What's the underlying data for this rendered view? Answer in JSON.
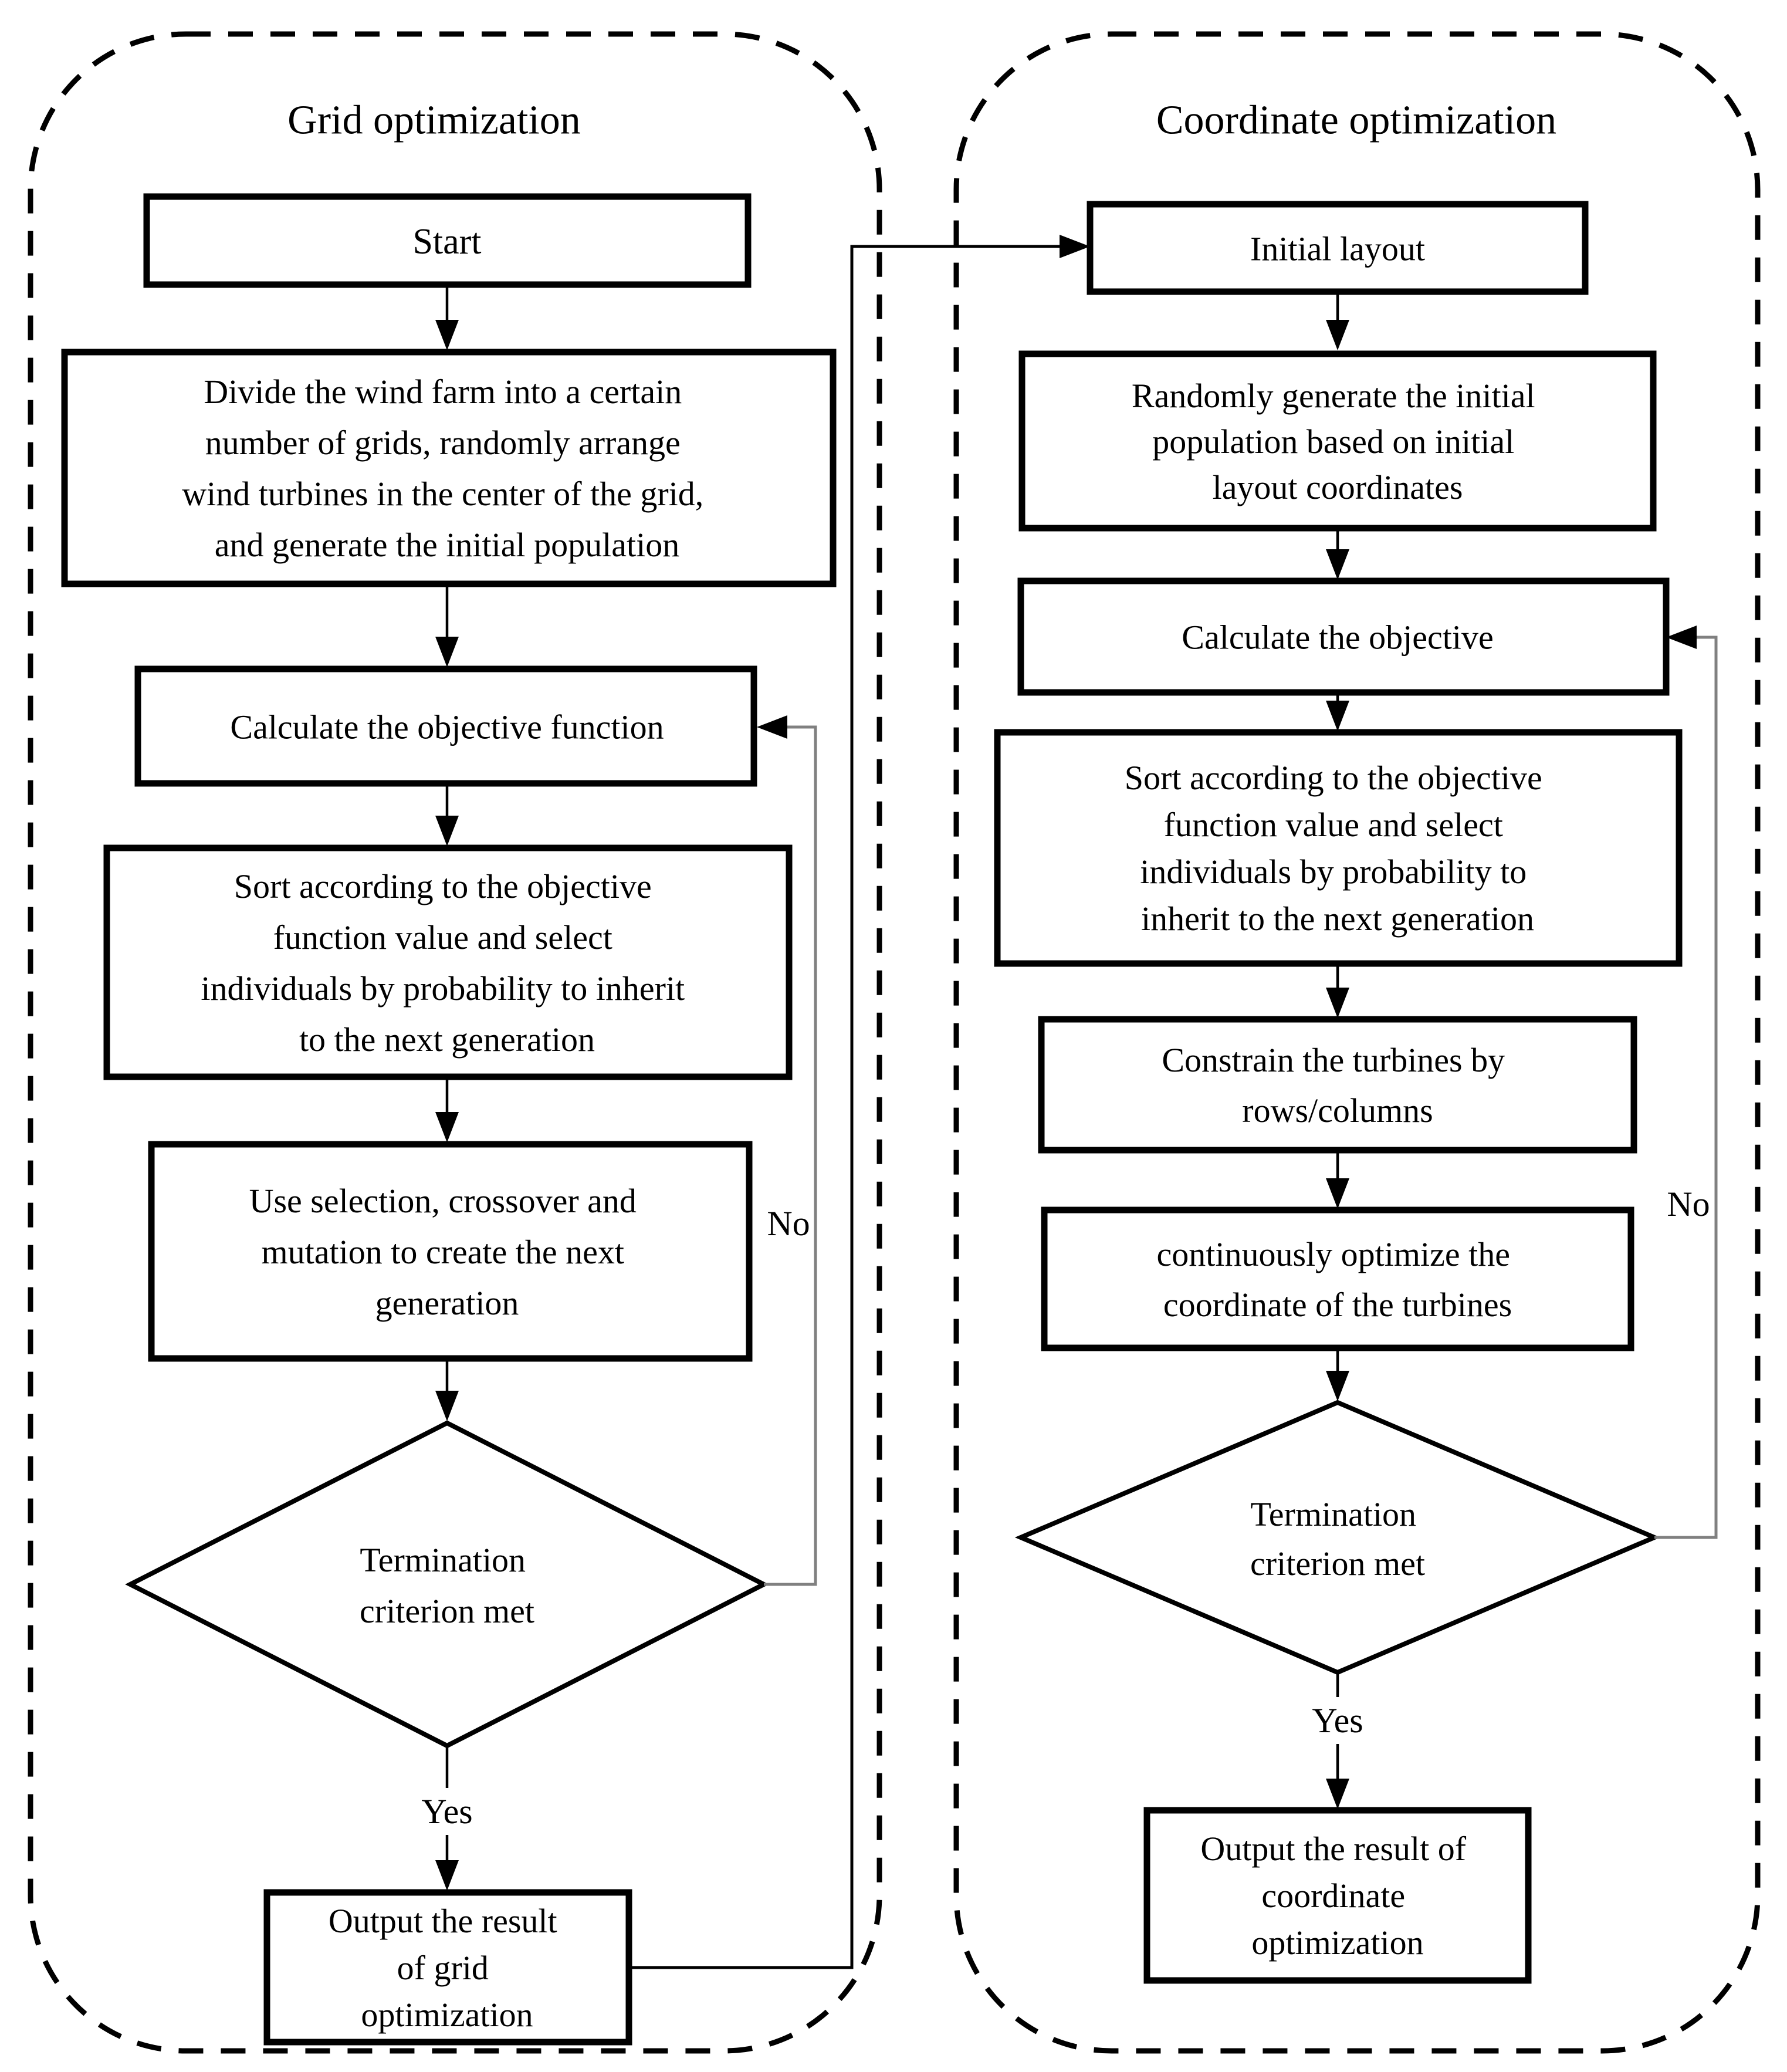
{
  "figure_type": "flowchart",
  "colors": {
    "background": "#ffffff",
    "box_stroke": "#000000",
    "text": "#000000",
    "main_arrow": "#000000",
    "loop_line": "#808080"
  },
  "panels": [
    {
      "id": "grid-optimization",
      "title": "Grid optimization"
    },
    {
      "id": "coordinate-optimization",
      "title": "Coordinate optimization"
    }
  ],
  "labels": {
    "yes": "Yes",
    "no": "No"
  },
  "nodes": {
    "start": {
      "shape": "rect",
      "lines": [
        "Start"
      ]
    },
    "divide": {
      "shape": "rect",
      "lines": [
        "Divide the wind farm into a certain",
        "number of grids, randomly arrange",
        "wind turbines in the center of the grid,",
        "and generate the initial population"
      ]
    },
    "calc_grid": {
      "shape": "rect",
      "lines": [
        "Calculate the objective function"
      ]
    },
    "sort_grid": {
      "shape": "rect",
      "lines": [
        "Sort according to the objective",
        "function value and select",
        "individuals by probability to inherit",
        "to the next generation"
      ]
    },
    "use_selection": {
      "shape": "rect",
      "lines": [
        "Use selection, crossover and",
        "mutation to create the next",
        "generation"
      ]
    },
    "term_grid": {
      "shape": "diamond",
      "lines": [
        "Termination",
        "criterion met"
      ]
    },
    "output_grid": {
      "shape": "rect",
      "lines": [
        "Output the result",
        "of grid",
        "optimization"
      ]
    },
    "initial_layout": {
      "shape": "rect",
      "lines": [
        "Initial layout"
      ]
    },
    "random_population": {
      "shape": "rect",
      "lines": [
        "Randomly generate the initial",
        "population based on initial",
        "layout coordinates"
      ]
    },
    "calc_coord": {
      "shape": "rect",
      "lines": [
        "Calculate the objective"
      ]
    },
    "sort_coord": {
      "shape": "rect",
      "lines": [
        "Sort according to the objective",
        "function value and select",
        "individuals by probability to",
        "inherit to the next generation"
      ]
    },
    "constrain": {
      "shape": "rect",
      "lines": [
        "Constrain the turbines by",
        "rows/columns"
      ]
    },
    "optimize_coord": {
      "shape": "rect",
      "lines": [
        "continuously optimize the",
        "coordinate of the turbines"
      ]
    },
    "term_coord": {
      "shape": "diamond",
      "lines": [
        "Termination",
        "criterion met"
      ]
    },
    "output_coord": {
      "shape": "rect",
      "lines": [
        "Output the result of",
        "coordinate",
        "optimization"
      ]
    }
  }
}
